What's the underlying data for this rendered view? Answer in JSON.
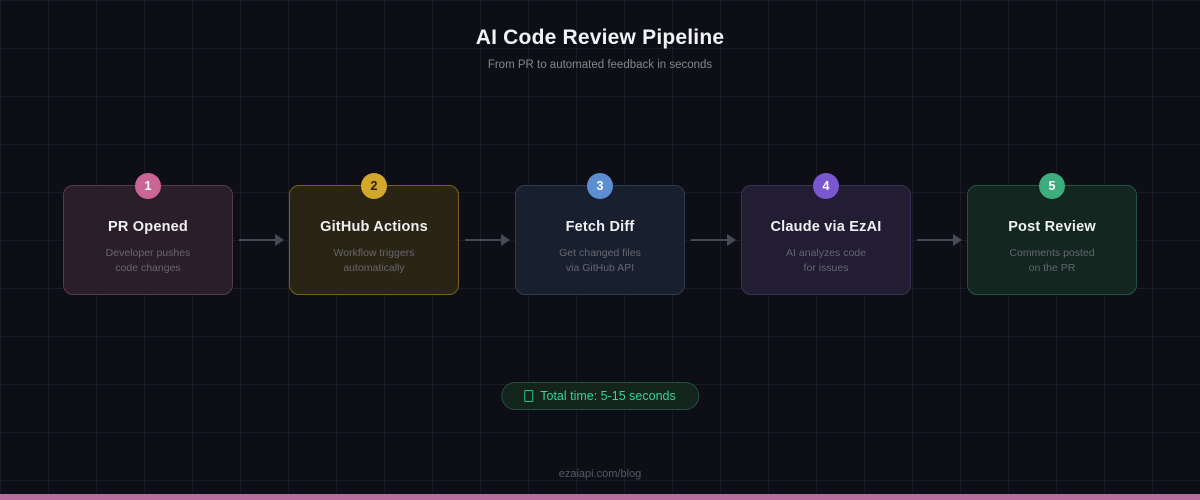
{
  "header": {
    "title": "AI Code Review Pipeline",
    "subtitle": "From PR to automated feedback in seconds"
  },
  "pipeline": {
    "steps": [
      {
        "number": "1",
        "title": "PR Opened",
        "desc_line1": "Developer pushes",
        "desc_line2": "code changes",
        "accent_color": "#cb6596"
      },
      {
        "number": "2",
        "title": "GitHub Actions",
        "desc_line1": "Workflow triggers",
        "desc_line2": "automatically",
        "accent_color": "#d3a62c"
      },
      {
        "number": "3",
        "title": "Fetch Diff",
        "desc_line1": "Get changed files",
        "desc_line2": "via GitHub API",
        "accent_color": "#5e8ed2"
      },
      {
        "number": "4",
        "title": "Claude via EzAI",
        "desc_line1": "AI analyzes code",
        "desc_line2": "for issues",
        "accent_color": "#7a57d0"
      },
      {
        "number": "5",
        "title": "Post Review",
        "desc_line1": "Comments posted",
        "desc_line2": "on the PR",
        "accent_color": "#3ead7d"
      }
    ],
    "arrow_color": "#474a55"
  },
  "total_time": {
    "icon": "lightning-emoji",
    "label": "Total time: 5-15 seconds",
    "text_color": "#36d39b"
  },
  "footer": {
    "url": "ezaiapi.com/blog"
  },
  "colors": {
    "background": "#0d0e16",
    "grid_line": "#1b1d28",
    "bottom_bar": "#b96c9d"
  }
}
